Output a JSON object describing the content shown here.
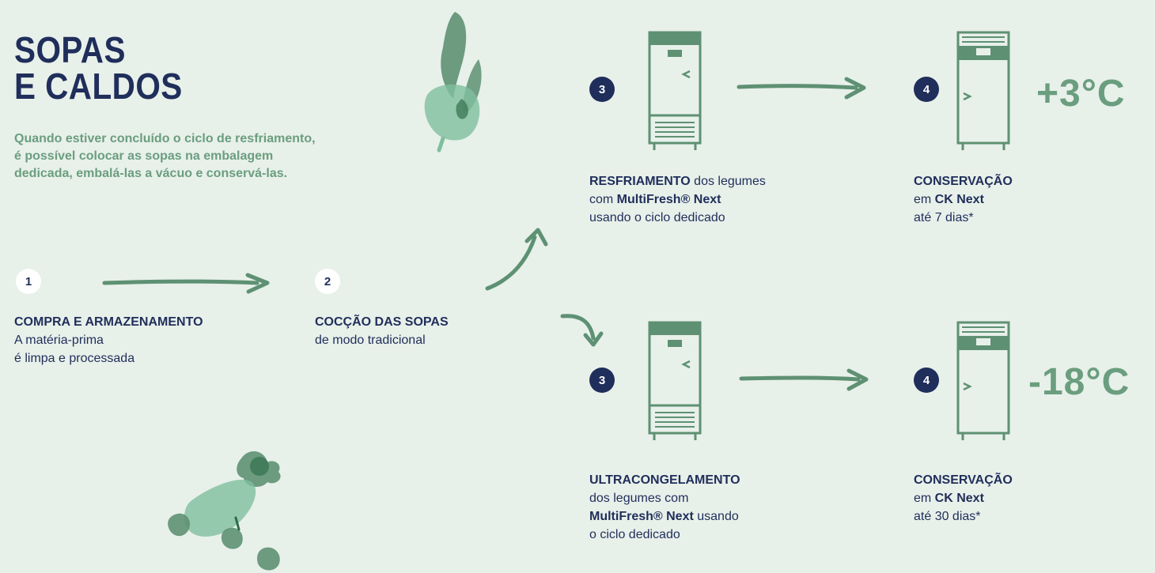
{
  "title": {
    "line1": "SOPAS",
    "line2": "E CALDOS"
  },
  "intro": {
    "line1": "Quando estiver concluído o ciclo de resfriamento,",
    "line2": "é possível colocar as sopas na embalagem",
    "line3": "dedicada, embalá-las a vácuo e conservá-las."
  },
  "steps": {
    "s1": {
      "num": "1",
      "heading": "COMPRA E ARMAZENAMENTO",
      "line2": "A matéria-prima",
      "line3": "é limpa e processada"
    },
    "s2": {
      "num": "2",
      "heading": "COCÇÃO DAS SOPAS",
      "line2": "de modo tradicional"
    },
    "s3a": {
      "num": "3",
      "bold1": "RESFRIAMENTO",
      "text1": " dos legumes",
      "pre2": "com ",
      "bold2": "MultiFresh® Next",
      "line3": "usando o ciclo dedicado"
    },
    "s4a": {
      "num": "4",
      "bold1": "CONSERVAÇÃO",
      "pre2": "em ",
      "bold2": "CK Next",
      "line3": "até 7 dias*"
    },
    "s3b": {
      "num": "3",
      "bold1": "ULTRACONGELAMENTO",
      "line2": "dos legumes com",
      "bold3": "MultiFresh® Next",
      "text3": " usando",
      "line4": "o ciclo dedicado"
    },
    "s4b": {
      "num": "4",
      "bold1": "CONSERVAÇÃO",
      "pre2": "em ",
      "bold2": "CK Next",
      "line3": "até 30 dias*"
    }
  },
  "temps": {
    "top": "+3°C",
    "bottom": "-18°C"
  },
  "colors": {
    "navy": "#1f2e5a",
    "green": "#6a9e7e",
    "cabinet": "#5e9173",
    "background": "#e8f0ea"
  },
  "icons": [
    "beet-illustration",
    "vegetables-illustration",
    "blast-chiller-icon",
    "cabinet-icon",
    "arrow-right-icon",
    "curved-arrow-icon"
  ]
}
